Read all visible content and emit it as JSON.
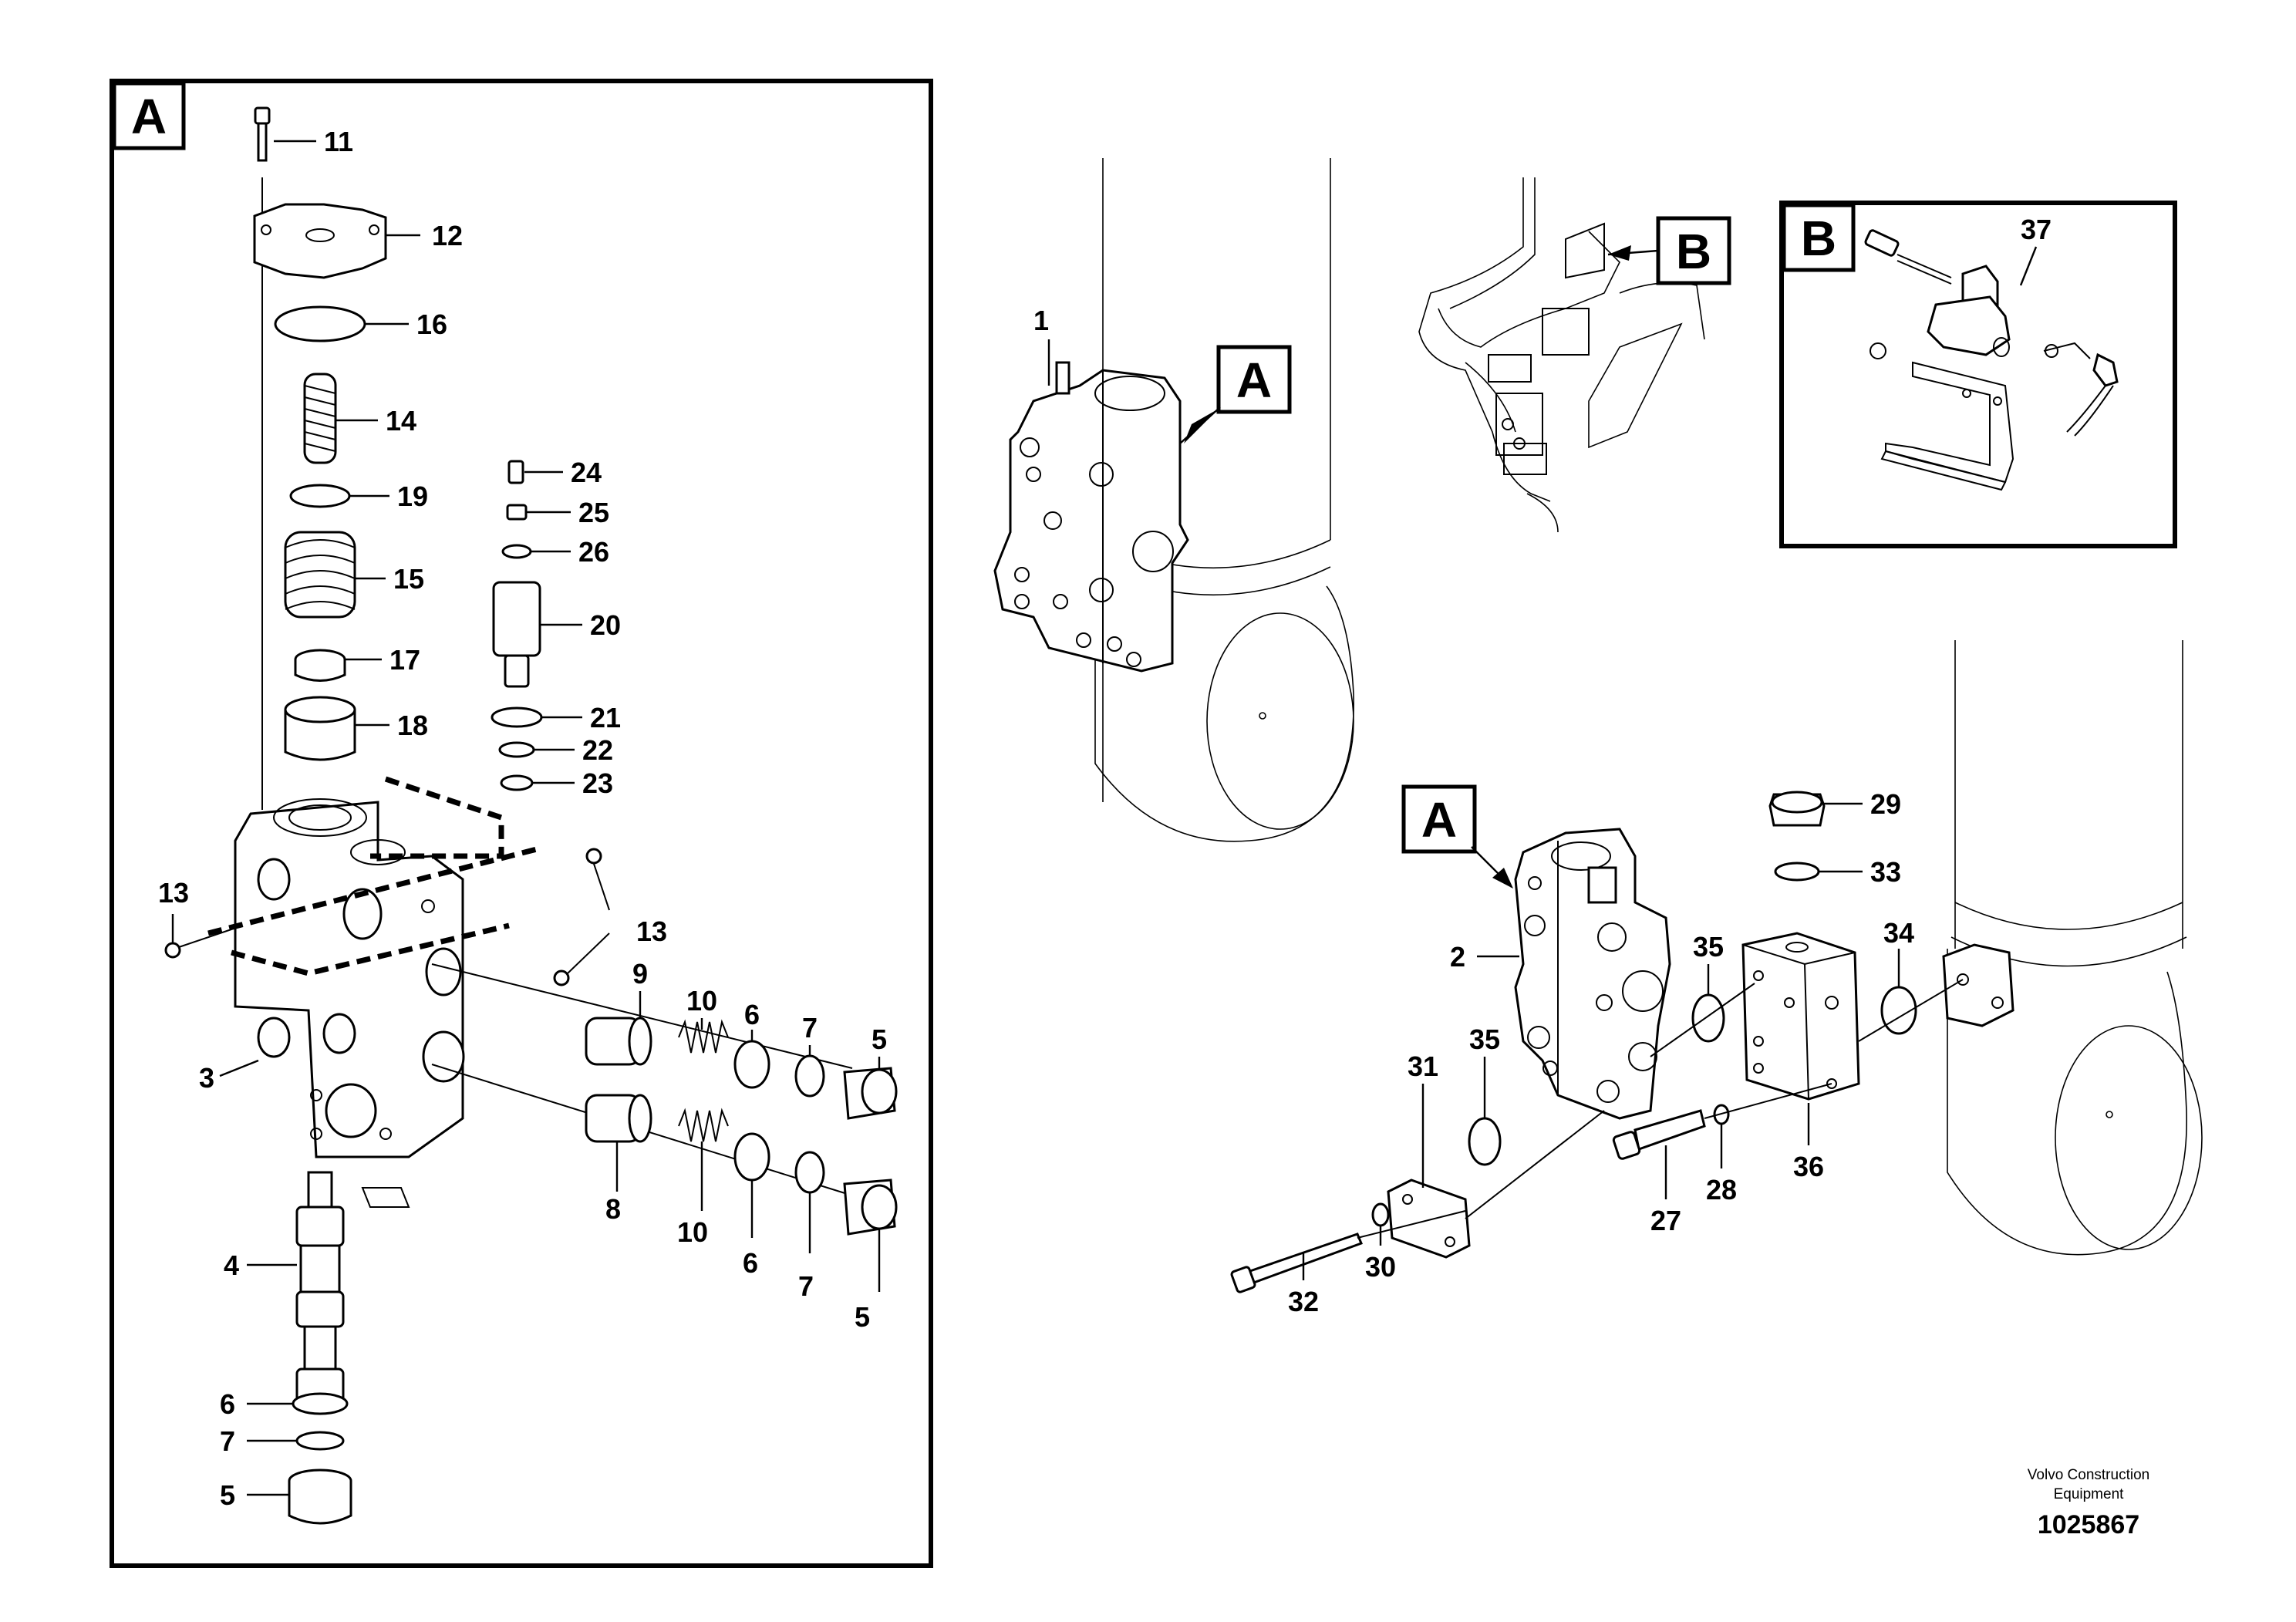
{
  "detail_tags": {
    "a": "A",
    "b": "B"
  },
  "parts": {
    "p1": "1",
    "p2": "2",
    "p3": "3",
    "p4": "4",
    "p5": "5",
    "p6": "6",
    "p7": "7",
    "p8": "8",
    "p9": "9",
    "p10": "10",
    "p11": "11",
    "p12": "12",
    "p13": "13",
    "p14": "14",
    "p15": "15",
    "p16": "16",
    "p17": "17",
    "p18": "18",
    "p19": "19",
    "p20": "20",
    "p21": "21",
    "p22": "22",
    "p23": "23",
    "p24": "24",
    "p25": "25",
    "p26": "26",
    "p27": "27",
    "p28": "28",
    "p29": "29",
    "p30": "30",
    "p31": "31",
    "p32": "32",
    "p33": "33",
    "p34": "34",
    "p35": "35",
    "p36": "36",
    "p37": "37"
  },
  "footer": {
    "company_line1": "Volvo Construction",
    "company_line2": "Equipment",
    "drawing_number": "1025867"
  }
}
